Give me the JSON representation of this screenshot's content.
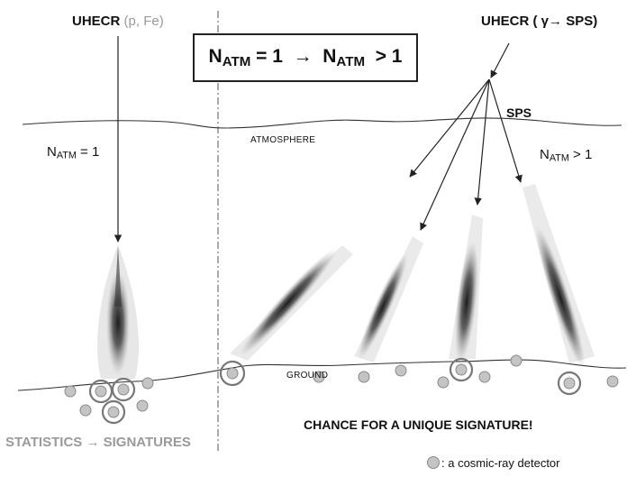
{
  "left_source": {
    "label": "UHECR",
    "particles": "(p, Fe)"
  },
  "right_source": {
    "label": "UHECR",
    "process": "( γ→ SPS)"
  },
  "equation": {
    "lhs_base": "N",
    "lhs_sub": "ATM",
    "lhs_rest": " = 1  →  ",
    "rhs_base": "N",
    "rhs_sub": "ATM",
    "rhs_rest": "  > 1"
  },
  "sps_label": "SPS",
  "atmosphere_label": "ATMOSPHERE",
  "ground_label": "GROUND",
  "left_natm": {
    "base": "N",
    "sub": "ATM",
    "rest": " = 1"
  },
  "right_natm": {
    "base": "N",
    "sub": "ATM",
    "rest": " > 1"
  },
  "left_caption": "STATISTICS → SIGNATURES",
  "right_caption": "CHANCE FOR A UNIQUE SIGNATURE!",
  "legend": ": a cosmic-ray detector",
  "colors": {
    "ink": "#111111",
    "detector_fill": "#c4c4c4",
    "detector_stroke": "#8a8a8a",
    "caption_gray": "#9a9a9a"
  }
}
